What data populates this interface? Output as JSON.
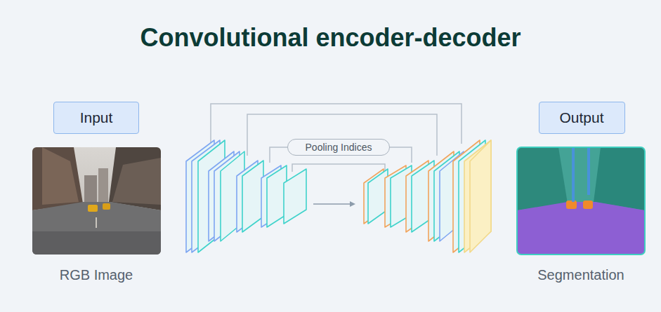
{
  "diagram": {
    "title": "Convolutional encoder-decoder",
    "nodes": [
      {
        "text": [
          "Input"
        ]
      },
      {
        "text": [
          "Output"
        ]
      },
      {
        "text": [
          "Pooling Indices"
        ]
      }
    ],
    "labels": [
      "RGB Image",
      "Segmentation"
    ]
  }
}
